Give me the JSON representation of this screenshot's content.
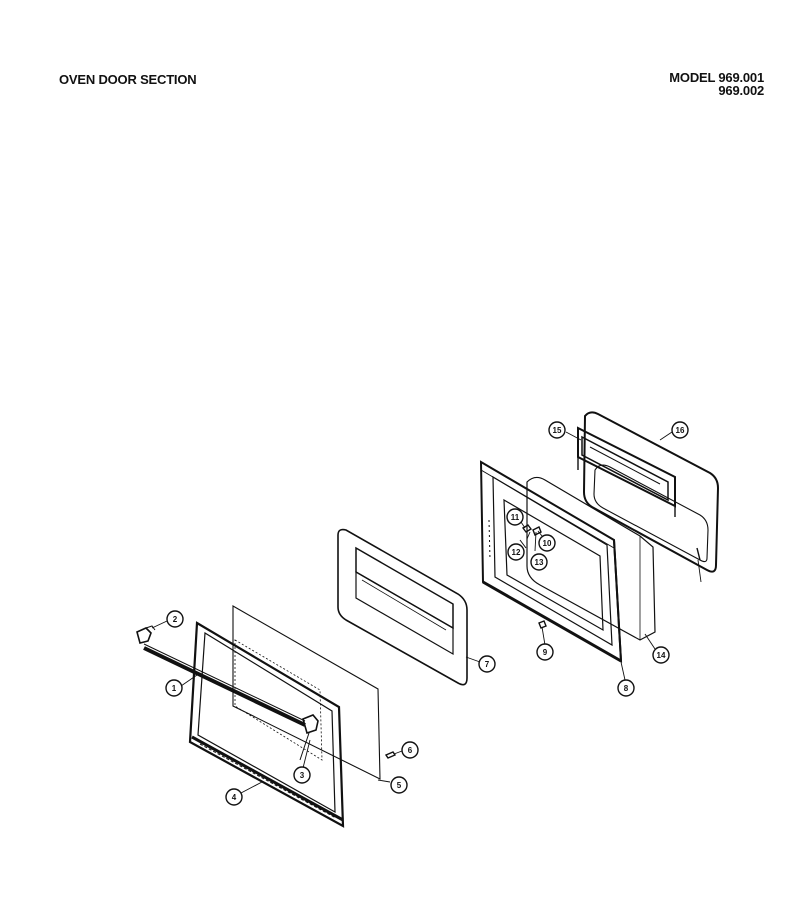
{
  "header": {
    "title": "OVEN DOOR SECTION",
    "model_label": "MODEL 969.001",
    "model_alt": "969.002"
  },
  "callouts": [
    "1",
    "2",
    "3",
    "4",
    "5",
    "6",
    "7",
    "8",
    "9",
    "10",
    "11",
    "12",
    "13",
    "14",
    "15",
    "16"
  ]
}
